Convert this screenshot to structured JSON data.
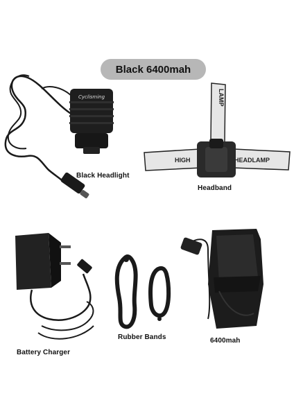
{
  "title": "Black 6400mah",
  "products": {
    "headlight": {
      "caption": "Black Headlight",
      "brand": "Cyclisming"
    },
    "headband": {
      "caption": "Headband",
      "band_text_top": "LAMP",
      "band_text_left": "HIGH",
      "band_text_right": "HEADLAMP"
    },
    "charger": {
      "caption": "Battery Charger"
    },
    "rubber": {
      "caption": "Rubber Bands"
    },
    "battery": {
      "caption": "6400mah"
    }
  },
  "colors": {
    "pill": "#b7b7b7",
    "product": "#1a1a1a",
    "band_light": "#e6e6e6"
  }
}
